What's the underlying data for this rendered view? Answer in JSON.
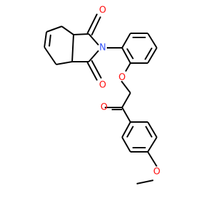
{
  "molecule": {
    "atoms": [
      {
        "id": "o_imide_top",
        "element": "O",
        "label": "O",
        "color": "#ff0d0d"
      },
      {
        "id": "n_imide",
        "element": "N",
        "label": "N",
        "color": "#3050f8"
      },
      {
        "id": "o_imide_bottom",
        "element": "O",
        "label": "O",
        "color": "#ff0d0d"
      },
      {
        "id": "o_ether",
        "element": "O",
        "label": "O",
        "color": "#ff0d0d"
      },
      {
        "id": "o_ketone",
        "element": "O",
        "label": "O",
        "color": "#ff0d0d"
      },
      {
        "id": "o_methoxy",
        "element": "O",
        "label": "O",
        "color": "#ff0d0d"
      }
    ],
    "bond_color": "#000000"
  }
}
